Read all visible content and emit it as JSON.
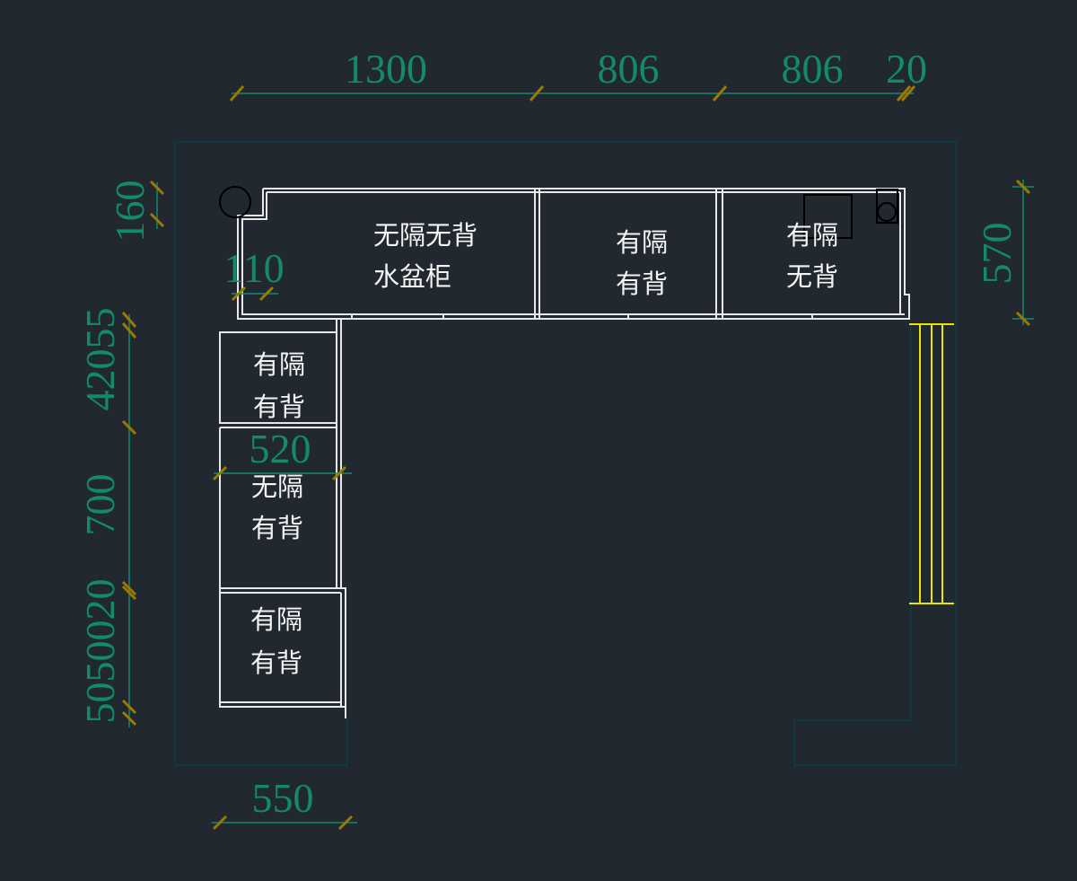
{
  "drawing": {
    "colors": {
      "background": "#212830",
      "dimension": "#138a6a",
      "tick": "#9a7a00",
      "cabinet": "#e8e8e8",
      "door": "#e6e600",
      "outline": "#0f3a44"
    },
    "top_dimensions": [
      "1300",
      "806",
      "806",
      "20"
    ],
    "left_dimensions": {
      "top": "160",
      "side_a": "42055",
      "side_b": "700",
      "side_c": "5050020"
    },
    "right_dimension": "570",
    "inner_dimensions": {
      "notch": "110",
      "column_depth": "520",
      "bottom_width": "550"
    },
    "cabinets": {
      "sink": {
        "line1": "无隔无背",
        "line2": "水盆柜"
      },
      "top_mid": {
        "line1": "有隔",
        "line2": "有背"
      },
      "top_right": {
        "line1": "有隔",
        "line2": "无背"
      },
      "left_1": {
        "line1": "有隔",
        "line2": "有背"
      },
      "left_2": {
        "line1": "无隔",
        "line2": "有背"
      },
      "left_3": {
        "line1": "有隔",
        "line2": "有背"
      }
    }
  }
}
